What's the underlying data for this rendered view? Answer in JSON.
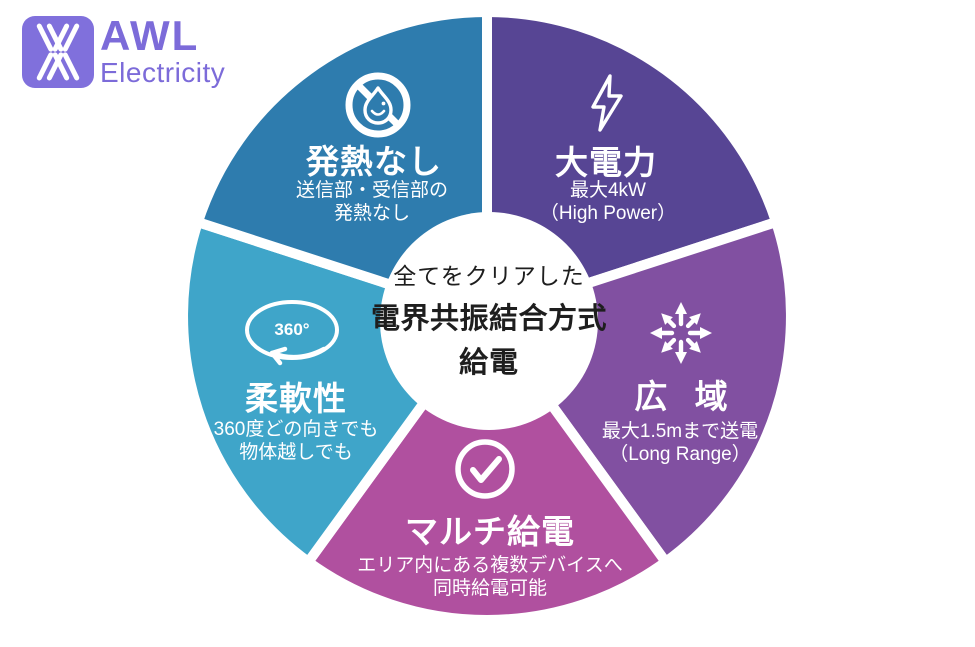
{
  "logo": {
    "name": "AWL",
    "subtitle": "Electricity",
    "mark_color": "#8070dc",
    "text_color": "#7c6bd9"
  },
  "center": {
    "line1": "全てをクリアした",
    "line2": "電界共振結合方式",
    "line3": "給電",
    "text_color": "#1e1e1e"
  },
  "segments": [
    {
      "id": "high-power",
      "title": "大電力",
      "subtitle_line1": "最大4kW",
      "subtitle_line2": "（High Power）",
      "icon": "lightning-icon",
      "color": "#574594"
    },
    {
      "id": "wide-area",
      "title": "広 域",
      "subtitle_line1": "最大1.5mまで送電",
      "subtitle_line2": "（Long Range）",
      "icon": "expand-arrows-icon",
      "color": "#8150a1"
    },
    {
      "id": "multi-power",
      "title": "マルチ給電",
      "subtitle_line1": "エリア内にある複数デバイスへ",
      "subtitle_line2": "同時給電可能",
      "icon": "check-circle-icon",
      "color": "#b0509f"
    },
    {
      "id": "flexibility",
      "title": "柔軟性",
      "subtitle_line1": "360度どの向きでも",
      "subtitle_line2": "物体越しでも",
      "icon": "rotate-360-icon",
      "color": "#3fa5c9"
    },
    {
      "id": "no-heat",
      "title": "発熱なし",
      "subtitle_line1": "送信部・受信部の",
      "subtitle_line2": "発熱なし",
      "icon": "no-heat-drop-icon",
      "color": "#2e7cae"
    }
  ],
  "icons": {
    "rotate_label": "360°"
  }
}
